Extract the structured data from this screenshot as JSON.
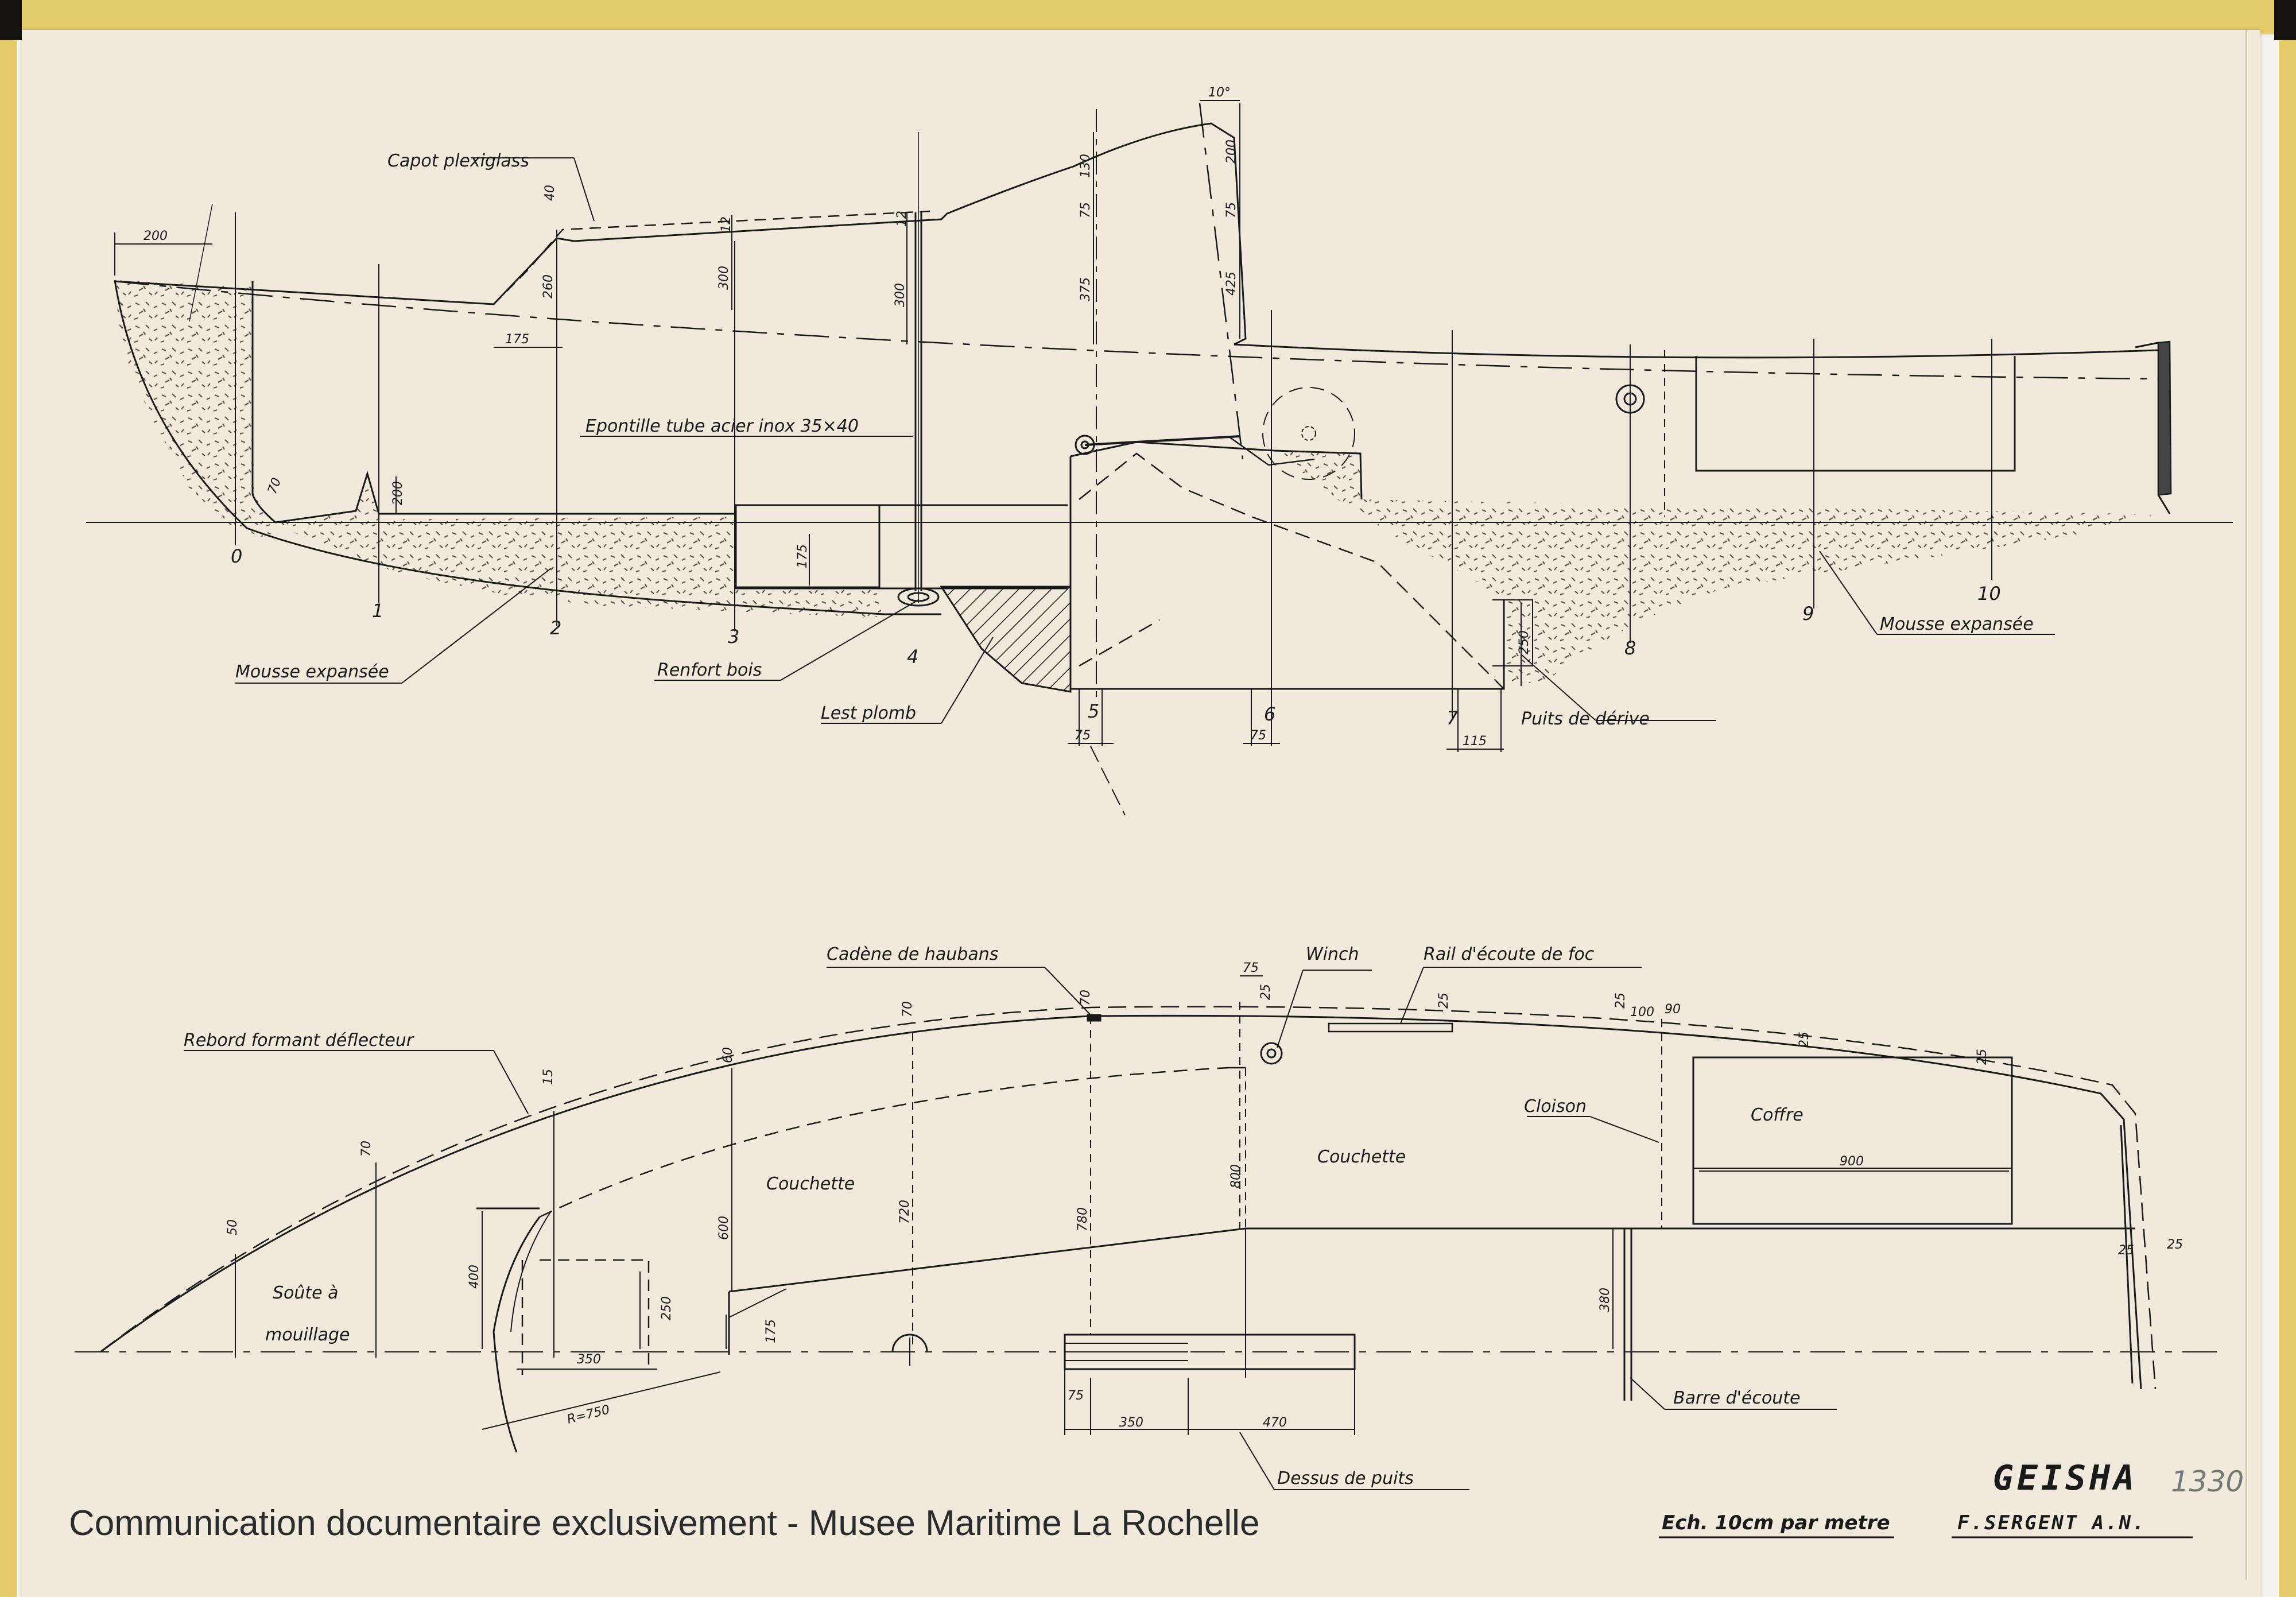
{
  "drawing": {
    "title": "GEISHA",
    "reference_number": "1330",
    "scale": "Ech. 10cm par metre",
    "author": "F.SERGENT A.N.",
    "watermark": "Communication documentaire exclusivement - Musee Maritime La Rochelle"
  },
  "profile_view": {
    "labels": {
      "capot": "Capot plexiglass",
      "epontille": "Epontille tube acier inox 35×40",
      "mousse_fwd": "Mousse expansée",
      "renfort": "Renfort bois",
      "lest": "Lest plomb",
      "puits": "Puits de dérive",
      "mousse_aft": "Mousse expansée"
    },
    "stations": [
      "0",
      "1",
      "2",
      "3",
      "4",
      "5",
      "6",
      "7",
      "8",
      "9",
      "10"
    ],
    "dimensions": {
      "d200_bow": "200",
      "d175": "175",
      "d260": "260",
      "d40": "40",
      "d300": "300",
      "d12": "12",
      "d300_top": "300",
      "d12_mast": "12",
      "d130": "130",
      "d375": "375",
      "d75": "75",
      "d425": "425",
      "d200_rud": "200",
      "d10deg": "10°",
      "d200_step": "200",
      "d70": "70",
      "d175_b": "175",
      "d250": "250",
      "d75_a": "75",
      "d75_b": "75",
      "d115": "115"
    }
  },
  "plan_view": {
    "labels": {
      "cadene": "Cadène de haubans",
      "winch": "Winch",
      "rail": "Rail d'écoute de foc",
      "rebord": "Rebord formant déflecteur",
      "soute_1": "Soûte à",
      "soute_2": "mouillage",
      "couchette_1": "Couchette",
      "couchette_2": "Couchette",
      "eloison": "Cloison",
      "coffre": "Coffre",
      "barre": "Barre d'écoute",
      "dessus_puits": "Dessus de puits"
    },
    "dimensions": {
      "d50": "50",
      "d15": "15",
      "d70_a": "70",
      "d60": "60",
      "d70_b": "70",
      "d70_c": "70",
      "d75": "75",
      "d25_a": "25",
      "d25_b": "25",
      "d25_c": "25",
      "d100": "100",
      "d90": "90",
      "d25_d": "25",
      "d25_e": "25",
      "d900": "900",
      "d600": "600",
      "d720": "720",
      "d780": "780",
      "d800": "800",
      "d400": "400",
      "d250": "250",
      "d350_a": "350",
      "d175": "175",
      "r750": "R=750",
      "d380": "380",
      "d75_b": "75",
      "d350_b": "350",
      "d470": "470",
      "d25_f": "25",
      "d25_g": "25"
    }
  }
}
